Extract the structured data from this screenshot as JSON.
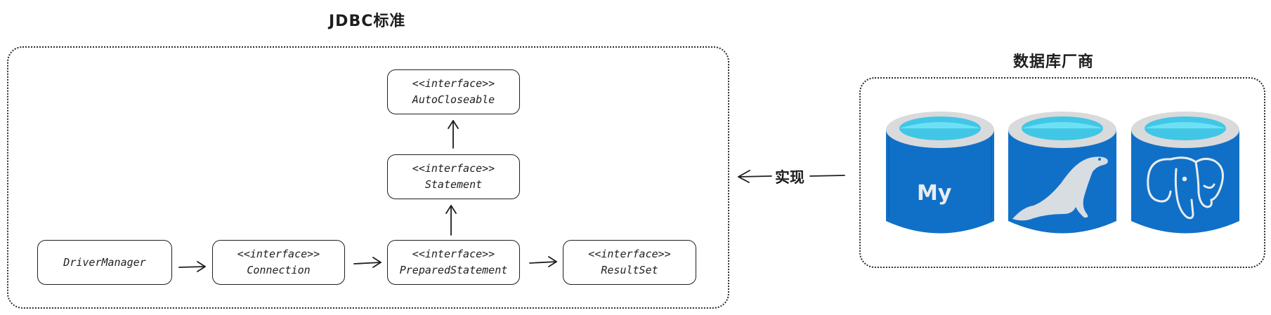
{
  "jdbc_group": {
    "title": "JDBC标准",
    "boxes": {
      "driver_manager": {
        "name": "DriverManager"
      },
      "connection": {
        "stereotype": "<<interface>>",
        "name": "Connection"
      },
      "prepared_statement": {
        "stereotype": "<<interface>>",
        "name": "PreparedStatement"
      },
      "result_set": {
        "stereotype": "<<interface>>",
        "name": "ResultSet"
      },
      "statement": {
        "stereotype": "<<interface>>",
        "name": "Statement"
      },
      "auto_closeable": {
        "stereotype": "<<interface>>",
        "name": "AutoCloseable"
      }
    }
  },
  "implements_label": "实现",
  "vendor_group": {
    "title": "数据库厂商",
    "databases": [
      {
        "icon": "mysql-icon",
        "label": "My"
      },
      {
        "icon": "mariadb-seal-icon",
        "label": ""
      },
      {
        "icon": "postgresql-elephant-icon",
        "label": ""
      }
    ]
  },
  "colors": {
    "db_body": "#1070c8",
    "db_top_rim": "#d9dadb",
    "db_liquid": "#41c6e6",
    "db_liquid_light": "#6ee0f5",
    "ink": "#1e1e1e"
  }
}
